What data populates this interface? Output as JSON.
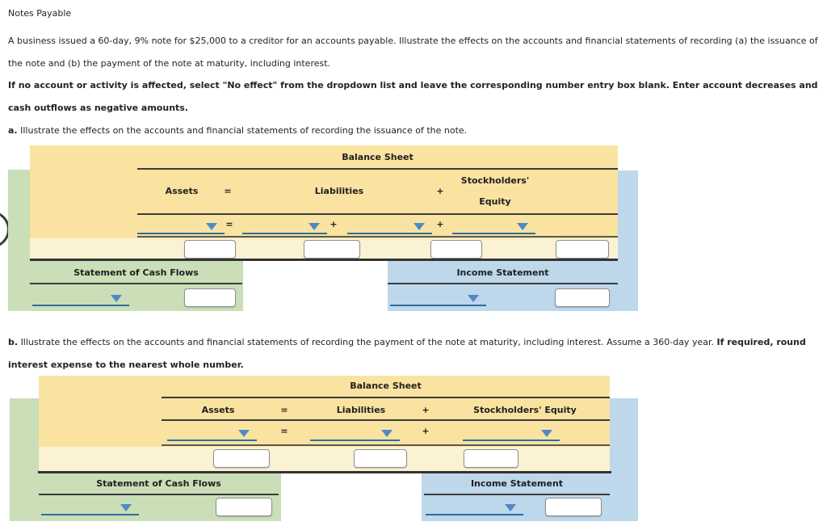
{
  "colors": {
    "panel_yellow": "#fae3a1",
    "panel_cream": "#fbf2d3",
    "panel_green": "#cadeb8",
    "panel_blue": "#bdd7eb",
    "dropdown_underline": "#2d6da3",
    "dropdown_arrow": "#4e89c8",
    "rule_dark": "#333333"
  },
  "ops": {
    "equals": "=",
    "plus": "+"
  },
  "header": {
    "title": "Notes Payable",
    "intro": "A business issued a 60-day, 9% note for $25,000 to a creditor for an accounts payable. Illustrate the effects on the accounts and financial statements of recording (a) the issuance of the note and (b) the payment of the note at maturity, including interest.",
    "instruction": "If no account or activity is affected, select \"No effect\" from the dropdown list and leave the corresponding number entry box blank. Enter account decreases and cash outflows as negative amounts."
  },
  "section_a": {
    "label": "a.",
    "text": "Illustrate the effects on the accounts and financial statements of recording the issuance of the note.",
    "balance_sheet": {
      "title": "Balance Sheet",
      "assets_label": "Assets",
      "liabilities_label": "Liabilities",
      "equity_label_line1": "Stockholders'",
      "equity_label_line2": "Equity",
      "dropdown_values": {
        "assets": "",
        "liabilities_1": "",
        "liabilities_2": "",
        "equity": ""
      },
      "entry_values": {
        "assets": "",
        "liabilities_1": "",
        "liabilities_2": "",
        "equity": ""
      }
    },
    "cash_flows": {
      "title": "Statement of Cash Flows",
      "dropdown_value": "",
      "entry_value": ""
    },
    "income_statement": {
      "title": "Income Statement",
      "dropdown_value": "",
      "entry_value": ""
    }
  },
  "section_b": {
    "label": "b.",
    "text_normal": "Illustrate the effects on the accounts and financial statements of recording the payment of the note at maturity, including interest. Assume a 360-day year.",
    "text_bold": "If required, round interest expense to the nearest whole number.",
    "balance_sheet": {
      "title": "Balance Sheet",
      "assets_label": "Assets",
      "liabilities_label": "Liabilities",
      "equity_label": "Stockholders' Equity",
      "dropdown_values": {
        "assets": "",
        "liabilities": "",
        "equity": ""
      },
      "entry_values": {
        "assets": "",
        "liabilities": "",
        "equity": ""
      }
    },
    "cash_flows": {
      "title": "Statement of Cash Flows",
      "dropdown_value": "",
      "entry_value": ""
    },
    "income_statement": {
      "title": "Income Statement",
      "dropdown_value": "",
      "entry_value": ""
    }
  }
}
